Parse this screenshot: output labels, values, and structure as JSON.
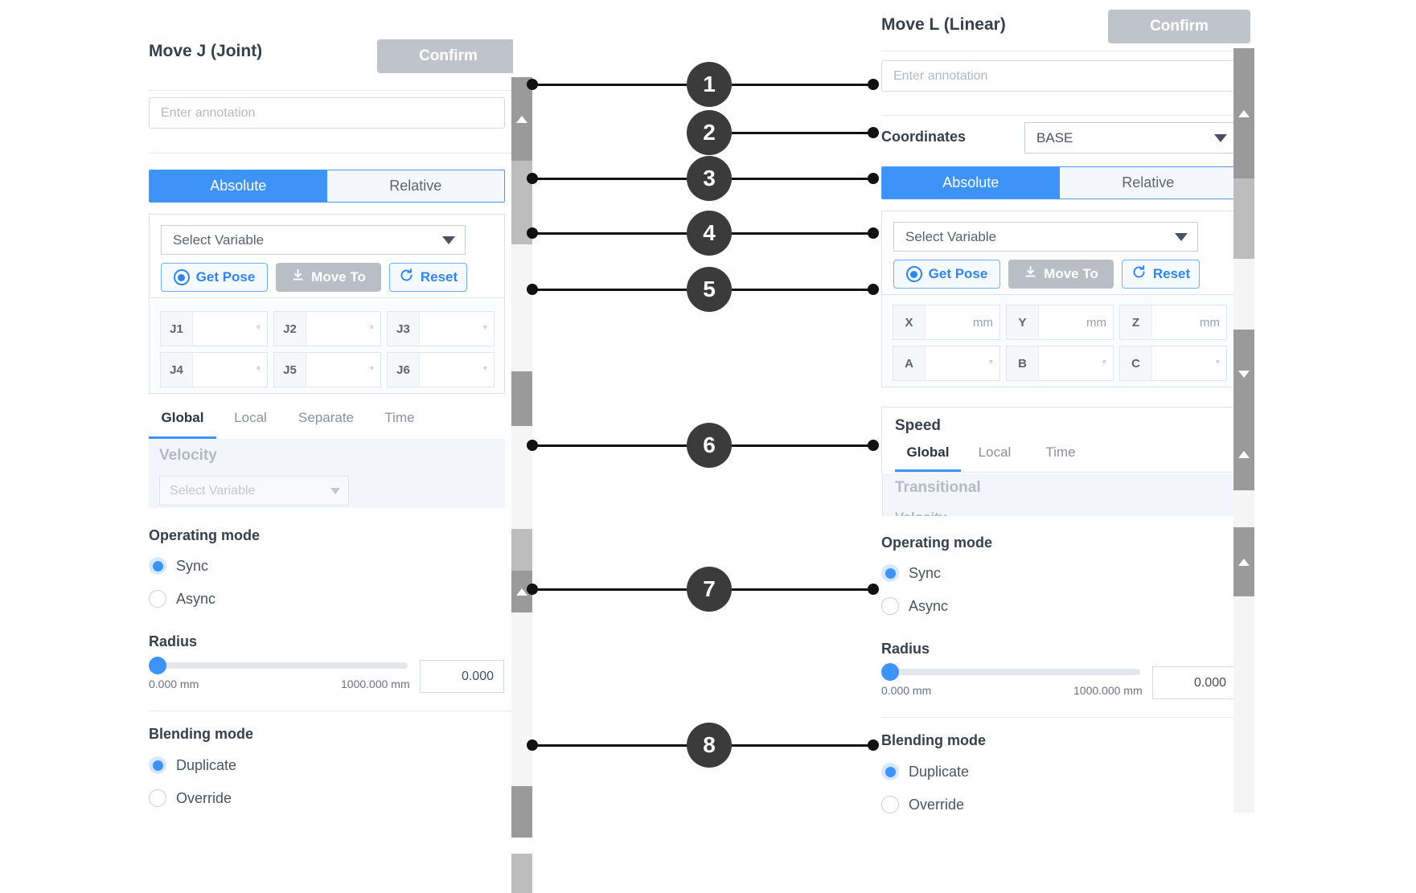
{
  "left_panel": {
    "title": "Move J (Joint)",
    "confirm_label": "Confirm",
    "annotation_placeholder": "Enter annotation",
    "mode_absolute": "Absolute",
    "mode_relative": "Relative",
    "select_variable": "Select Variable",
    "get_pose": "Get Pose",
    "move_to": "Move To",
    "reset": "Reset",
    "joints": [
      {
        "label": "J1",
        "value": "",
        "unit": "°"
      },
      {
        "label": "J2",
        "value": "",
        "unit": "°"
      },
      {
        "label": "J3",
        "value": "",
        "unit": "°"
      },
      {
        "label": "J4",
        "value": "",
        "unit": "°"
      },
      {
        "label": "J5",
        "value": "",
        "unit": "°"
      },
      {
        "label": "J6",
        "value": "",
        "unit": "°"
      }
    ],
    "speed_tabs": [
      "Global",
      "Local",
      "Separate",
      "Time"
    ],
    "velocity_label": "Velocity",
    "velocity_select": "Select Variable",
    "operating_mode_label": "Operating mode",
    "operating_sync": "Sync",
    "operating_async": "Async",
    "radius_label": "Radius",
    "radius_min": "0.000 mm",
    "radius_max": "1000.000 mm",
    "radius_value": "0.000",
    "blending_label": "Blending mode",
    "blending_duplicate": "Duplicate",
    "blending_override": "Override"
  },
  "right_panel": {
    "title": "Move L (Linear)",
    "confirm_label": "Confirm",
    "annotation_placeholder": "Enter annotation",
    "coordinates_label": "Coordinates",
    "coordinates_value": "BASE",
    "mode_absolute": "Absolute",
    "mode_relative": "Relative",
    "select_variable": "Select Variable",
    "get_pose": "Get Pose",
    "move_to": "Move To",
    "reset": "Reset",
    "axes": [
      {
        "label": "X",
        "value": "",
        "unit": "mm"
      },
      {
        "label": "Y",
        "value": "",
        "unit": "mm"
      },
      {
        "label": "Z",
        "value": "",
        "unit": "mm"
      },
      {
        "label": "A",
        "value": "",
        "unit": "°"
      },
      {
        "label": "B",
        "value": "",
        "unit": "°"
      },
      {
        "label": "C",
        "value": "",
        "unit": "°"
      }
    ],
    "speed_title": "Speed",
    "speed_tabs": [
      "Global",
      "Local",
      "Time"
    ],
    "transitional_label": "Transitional",
    "transitional_sub": "Velocity",
    "operating_mode_label": "Operating mode",
    "operating_sync": "Sync",
    "operating_async": "Async",
    "radius_label": "Radius",
    "radius_min": "0.000 mm",
    "radius_max": "1000.000 mm",
    "radius_value": "0.000",
    "blending_label": "Blending mode",
    "blending_duplicate": "Duplicate",
    "blending_override": "Override"
  },
  "callouts": [
    {
      "number": "1"
    },
    {
      "number": "2"
    },
    {
      "number": "3"
    },
    {
      "number": "4"
    },
    {
      "number": "5"
    },
    {
      "number": "6"
    },
    {
      "number": "7"
    },
    {
      "number": "8"
    }
  ],
  "colors": {
    "accent": "#3d93f7",
    "disabled": "#bfc4cc",
    "callout": "#3b3b3b"
  }
}
